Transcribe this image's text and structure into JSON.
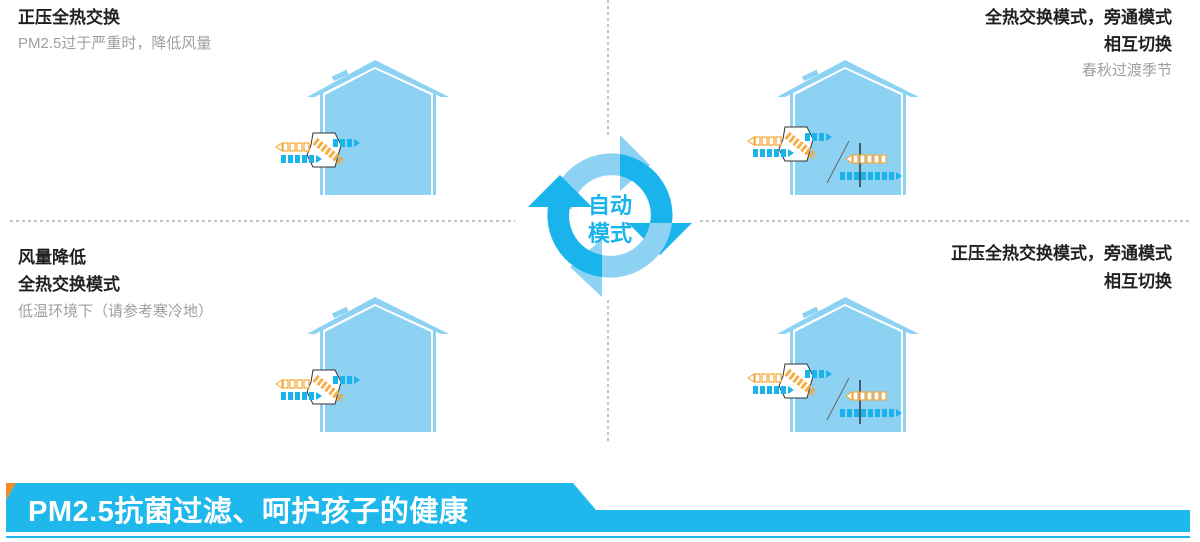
{
  "quadrants": {
    "top_left": {
      "title_lines": [
        "正压全热交换"
      ],
      "subtitle": "PM2.5过于严重时，降低风量",
      "mode": "heat-exchange"
    },
    "top_right": {
      "title_lines": [
        "全热交换模式，旁通模式",
        "相互切换"
      ],
      "subtitle": "春秋过渡季节",
      "mode": "bypass"
    },
    "bottom_left": {
      "title_lines": [
        "风量降低",
        "全热交换模式"
      ],
      "subtitle": "低温环境下（请参考寒冷地）",
      "mode": "heat-exchange"
    },
    "bottom_right": {
      "title_lines": [
        "正压全热交换模式，旁通模式",
        "相互切换"
      ],
      "mode": "bypass"
    }
  },
  "center": {
    "line1": "自动",
    "line2": "模式"
  },
  "banner": {
    "title": "PM2.5抗菌过滤、呵护孩子的健康"
  },
  "colors": {
    "house": "#8dd2f3",
    "roof": "#8dd2f3",
    "cycle_dark": "#1ab4ec",
    "cycle_light": "#8dd2f3",
    "arrow_blue": "#1ab4ec",
    "arrow_orange": "#f6a632",
    "banner": "#1eb8ec",
    "accent_orange": "#f08a24"
  }
}
